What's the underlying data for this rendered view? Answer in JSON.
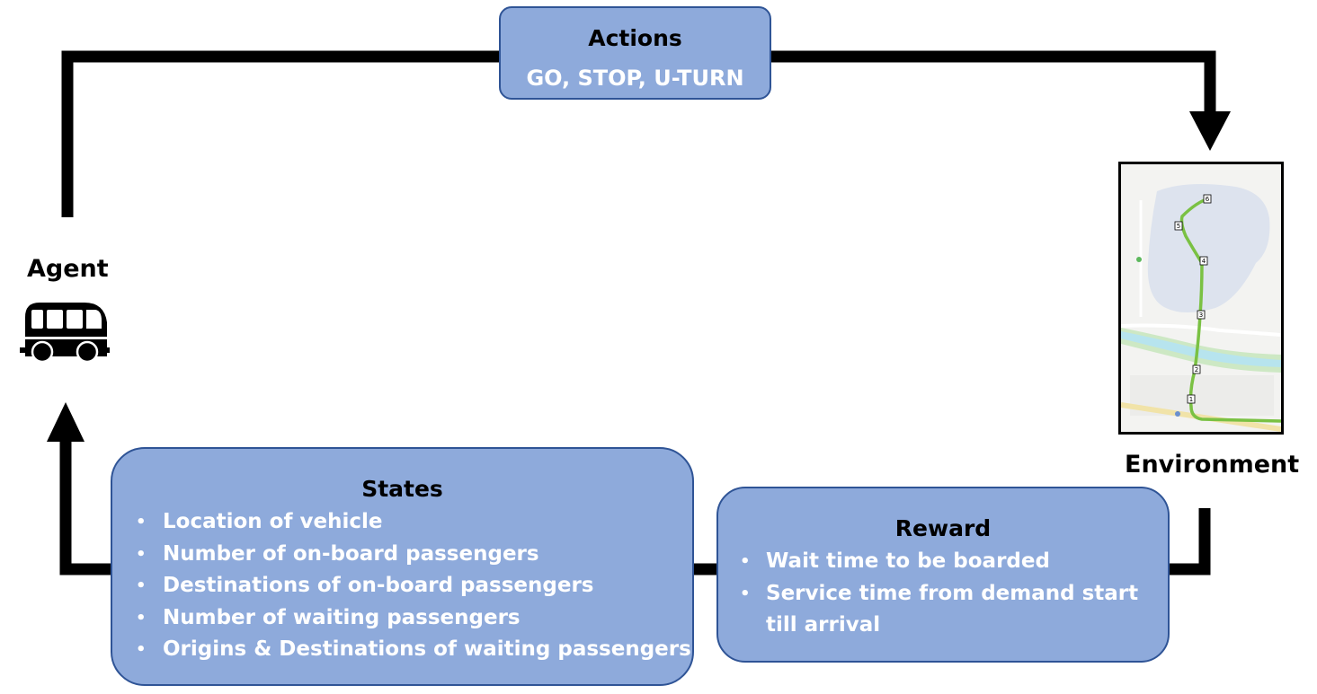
{
  "actions": {
    "title": "Actions",
    "subtitle": "GO, STOP, U-TURN"
  },
  "agent": {
    "label": "Agent",
    "icon": "bus-icon"
  },
  "environment": {
    "label": "Environment",
    "icon": "route-map-icon",
    "stop_numbers": [
      "1",
      "2",
      "3",
      "4",
      "5",
      "6"
    ]
  },
  "states": {
    "title": "States",
    "items": [
      "Location of vehicle",
      "Number of on-board passengers",
      "Destinations of on-board passengers",
      "Number of waiting passengers",
      "Origins & Destinations of waiting passengers"
    ]
  },
  "reward": {
    "title": "Reward",
    "items": [
      "Wait time to be boarded",
      "Service time from demand start till arrival"
    ]
  },
  "colors": {
    "box_fill": "#8eaadb",
    "box_border": "#2f5496",
    "arrow": "#000000",
    "route": "#7ac143",
    "river": "#b7e4ee"
  }
}
